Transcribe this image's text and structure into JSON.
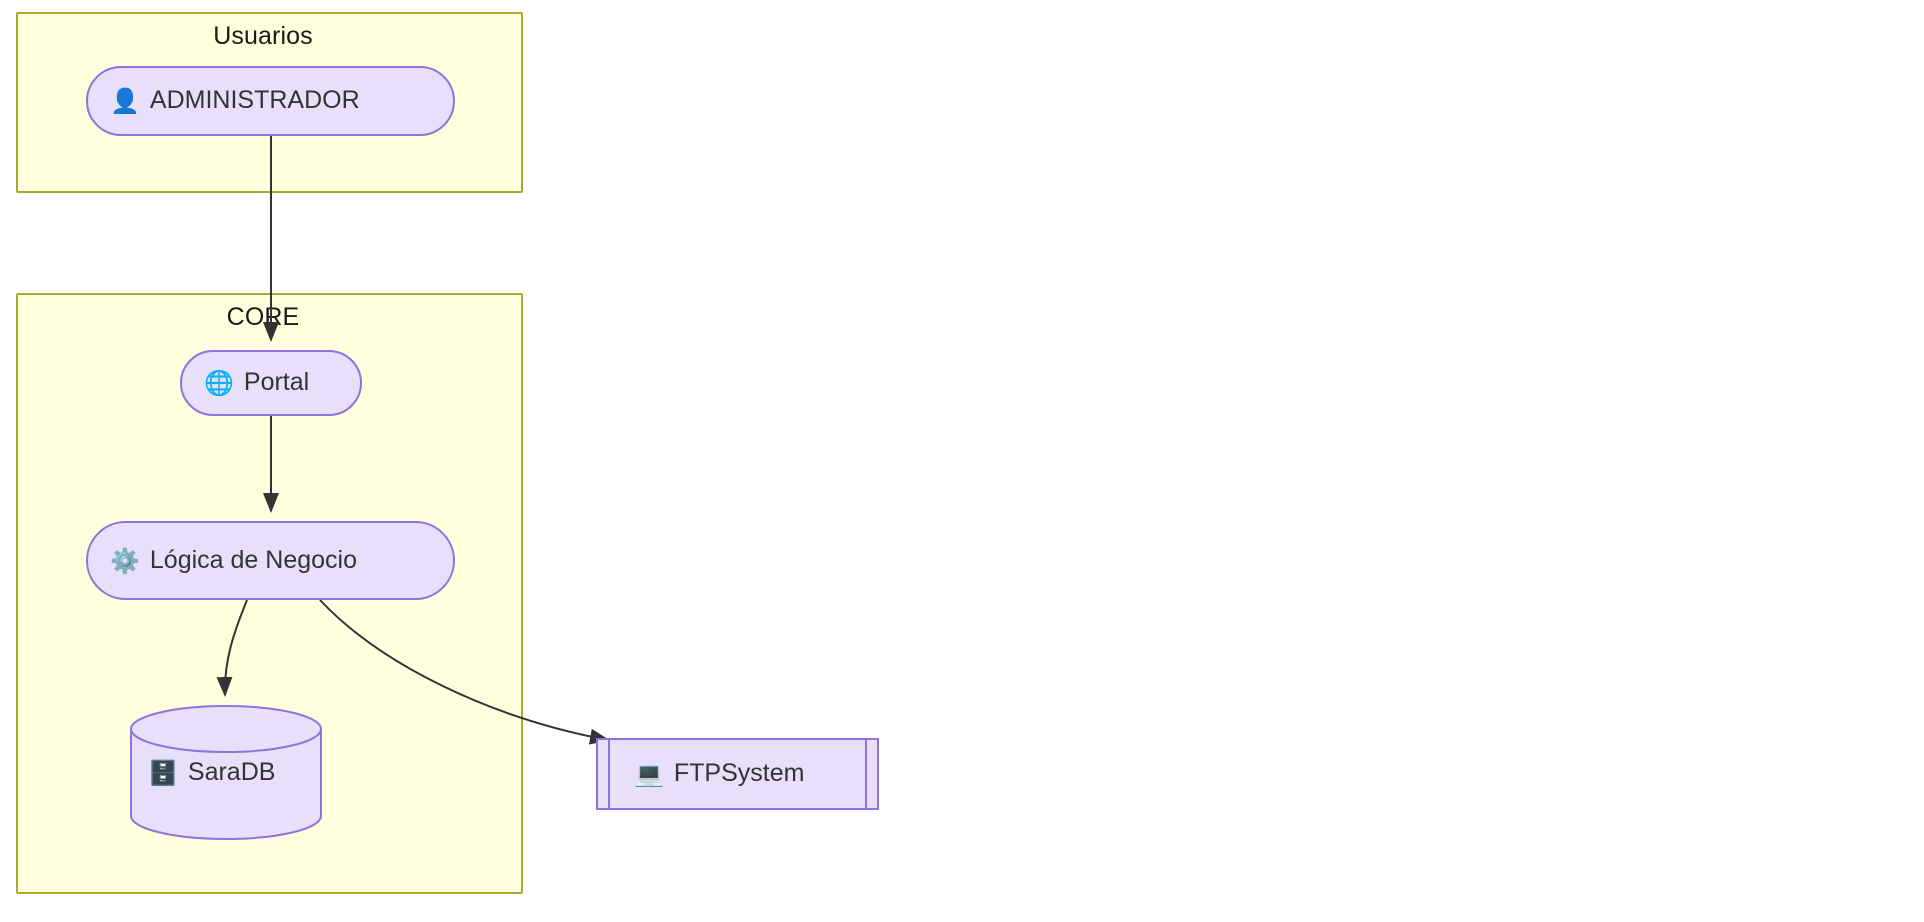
{
  "diagram": {
    "type": "flowchart",
    "direction": "top-down",
    "background_color": "#ffffff"
  },
  "clusters": [
    {
      "id": "usuarios",
      "label": "Usuarios",
      "fill": "#ffffde",
      "stroke": "#aaaa33"
    },
    {
      "id": "core",
      "label": "CORE",
      "fill": "#ffffde",
      "stroke": "#aaaa33"
    }
  ],
  "nodes": [
    {
      "id": "administrador",
      "label": "ADMINISTRADOR",
      "icon": "person-icon",
      "icon_glyph": "👤",
      "shape": "stadium",
      "cluster": "usuarios",
      "fill": "#e8e0fb",
      "stroke": "#9370db"
    },
    {
      "id": "portal",
      "label": "Portal",
      "icon": "globe-icon",
      "icon_glyph": "🌐",
      "shape": "stadium",
      "cluster": "core",
      "fill": "#e8e0fb",
      "stroke": "#9370db"
    },
    {
      "id": "logica",
      "label": "Lógica de Negocio",
      "icon": "gear-icon",
      "icon_glyph": "⚙️",
      "shape": "stadium",
      "cluster": "core",
      "fill": "#e8e0fb",
      "stroke": "#9370db"
    },
    {
      "id": "saradb",
      "label": "SaraDB",
      "icon": "database-cabinet-icon",
      "icon_glyph": "🗄️",
      "shape": "cylinder",
      "cluster": "core",
      "fill": "#e8e0fb",
      "stroke": "#9370db"
    },
    {
      "id": "ftpsystem",
      "label": "FTPSystem",
      "icon": "laptop-icon",
      "icon_glyph": "💻",
      "shape": "subroutine",
      "cluster": null,
      "fill": "#e8e0fb",
      "stroke": "#9370db"
    }
  ],
  "edges": [
    {
      "id": "administrador-portal",
      "from": "administrador",
      "to": "portal",
      "label": "",
      "arrow": "arrow",
      "stroke": "#333333"
    },
    {
      "id": "portal-logica",
      "from": "portal",
      "to": "logica",
      "label": "",
      "arrow": "arrow",
      "stroke": "#333333"
    },
    {
      "id": "logica-saradb",
      "from": "logica",
      "to": "saradb",
      "label": "",
      "arrow": "arrow",
      "stroke": "#333333"
    },
    {
      "id": "logica-ftpsystem",
      "from": "logica",
      "to": "ftpsystem",
      "label": "",
      "arrow": "arrow",
      "stroke": "#333333"
    }
  ]
}
